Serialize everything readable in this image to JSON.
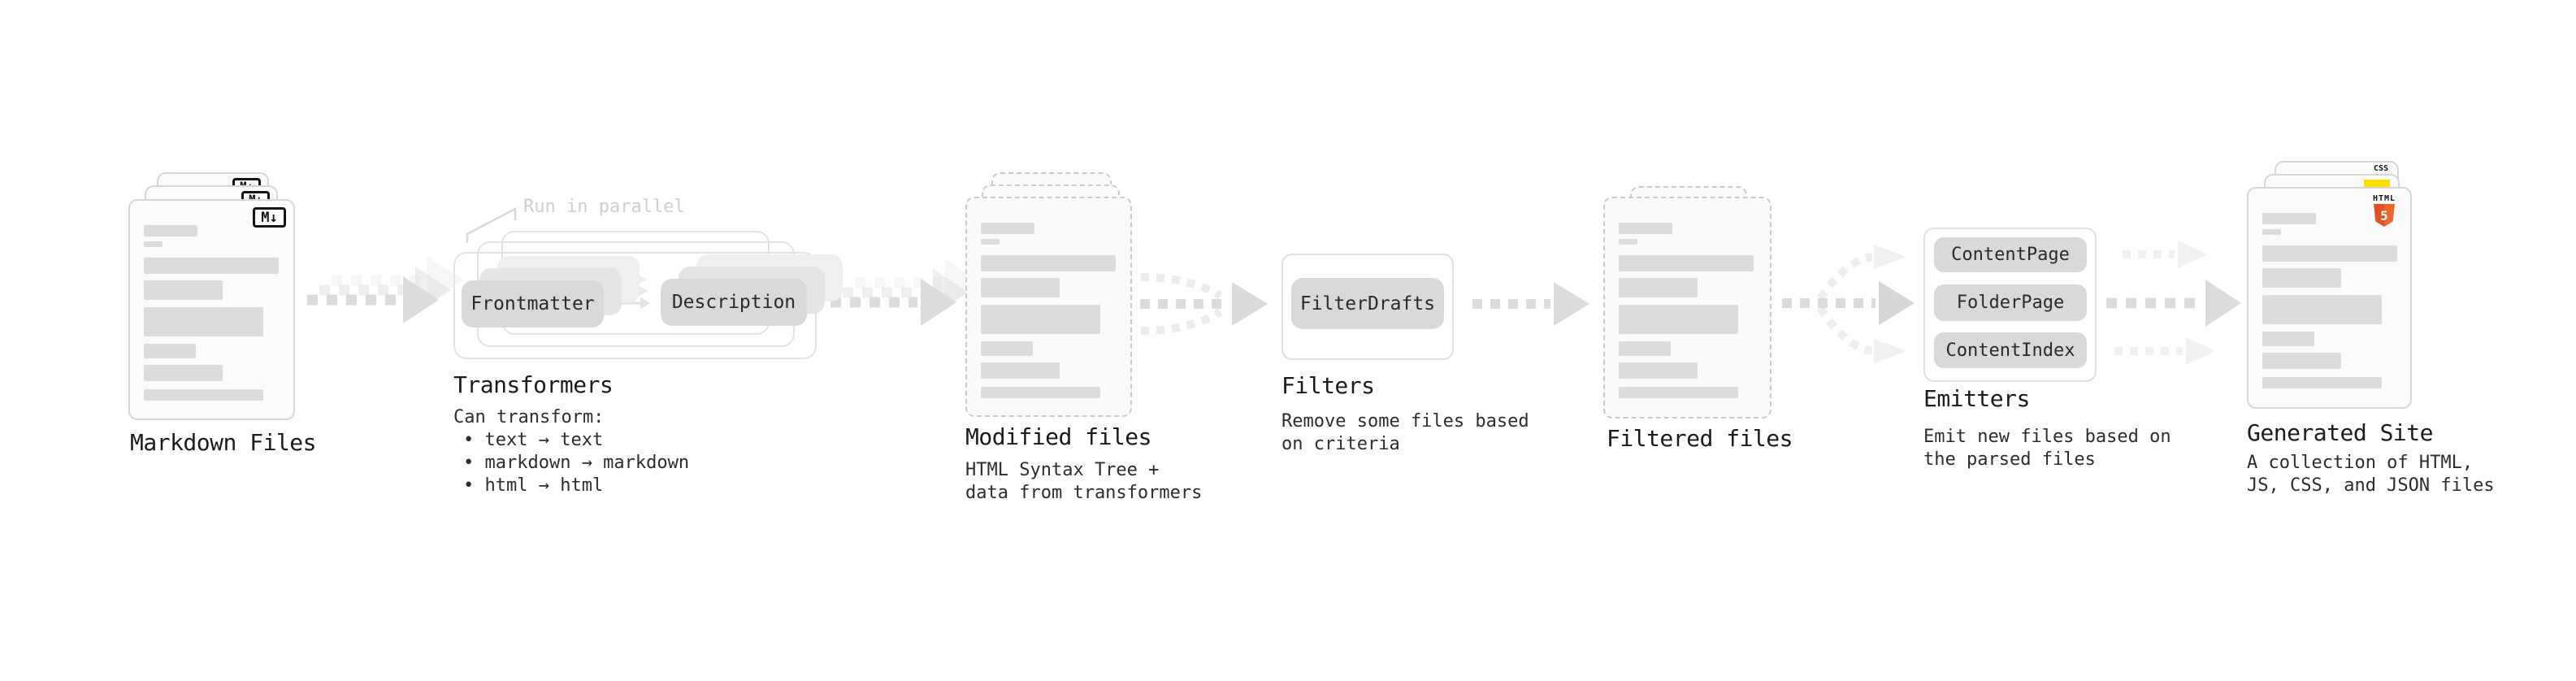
{
  "markdown_files": {
    "label": "Markdown Files",
    "badge": "M↓"
  },
  "transformers": {
    "annotation": "Run in parallel",
    "frontmatter_label": "Frontmatter",
    "description_label": "Description",
    "title": "Transformers",
    "subtitle": "Can transform:",
    "bullets": [
      "• text → text",
      "• markdown → markdown",
      "• html → html"
    ]
  },
  "modified_files": {
    "title": "Modified files",
    "desc": [
      "HTML Syntax Tree +",
      "data from transformers"
    ]
  },
  "filters": {
    "box_label": "FilterDrafts",
    "title": "Filters",
    "desc": [
      "Remove some files based",
      "on criteria"
    ]
  },
  "filtered_files": {
    "title": "Filtered files"
  },
  "emitters": {
    "box_labels": [
      "ContentPage",
      "FolderPage",
      "ContentIndex"
    ],
    "title": "Emitters",
    "desc": [
      "Emit new files based on",
      "the parsed files"
    ]
  },
  "generated_site": {
    "title": "Generated Site",
    "desc": [
      "A collection of HTML,",
      "JS, CSS, and JSON files"
    ],
    "html5_label": "HTML",
    "html5_number": "5",
    "css_label": "CSS"
  },
  "doc_bars": [
    {
      "w": 66,
      "h": 14,
      "mt": 0
    },
    {
      "w": 23,
      "h": 7,
      "mt": 6
    },
    {
      "w": 166,
      "h": 20,
      "mt": 13
    },
    {
      "w": 97,
      "h": 24,
      "mt": 8
    },
    {
      "w": 147,
      "h": 36,
      "mt": 9
    },
    {
      "w": 64,
      "h": 18,
      "mt": 9
    },
    {
      "w": 97,
      "h": 20,
      "mt": 8
    },
    {
      "w": 147,
      "h": 14,
      "mt": 10
    }
  ],
  "colors": {
    "arrow_gray": "#dcdcdc",
    "pill_gray": "#d9d9d9",
    "html5_orange": "#e44d26",
    "html5_orange_light": "#f16529",
    "js_yellow": "#ffdf00",
    "css_blue": "#2b6cf1"
  }
}
